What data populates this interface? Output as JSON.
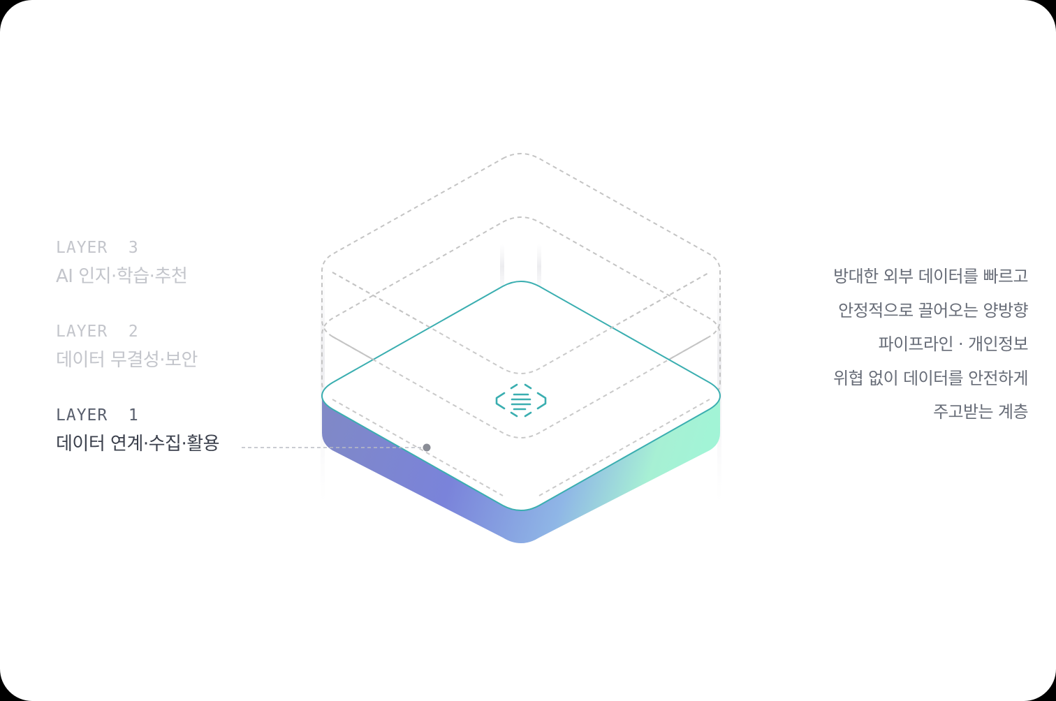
{
  "layers": [
    {
      "tag": "LAYER  3",
      "title": "AI 인지·학습·추천",
      "active": false
    },
    {
      "tag": "LAYER  2",
      "title": "데이터 무결성·보안",
      "active": false
    },
    {
      "tag": "LAYER  1",
      "title": "데이터 연계·수집·활용",
      "active": true
    }
  ],
  "description": [
    "방대한 외부 데이터를 빠르고",
    "안정적으로 끌어오는 양방향",
    "파이프라인 · 개인정보",
    "위협 없이 데이터를 안전하게",
    "주고받는 계층"
  ],
  "colors": {
    "accent_teal": "#3aaeb0",
    "gradient_purple": "#7884d8",
    "gradient_mint": "#9af5d6",
    "dashed_outline": "#c4c4c4",
    "connector": "#8a8d96"
  },
  "icons": {
    "center": "document-scan-icon"
  }
}
